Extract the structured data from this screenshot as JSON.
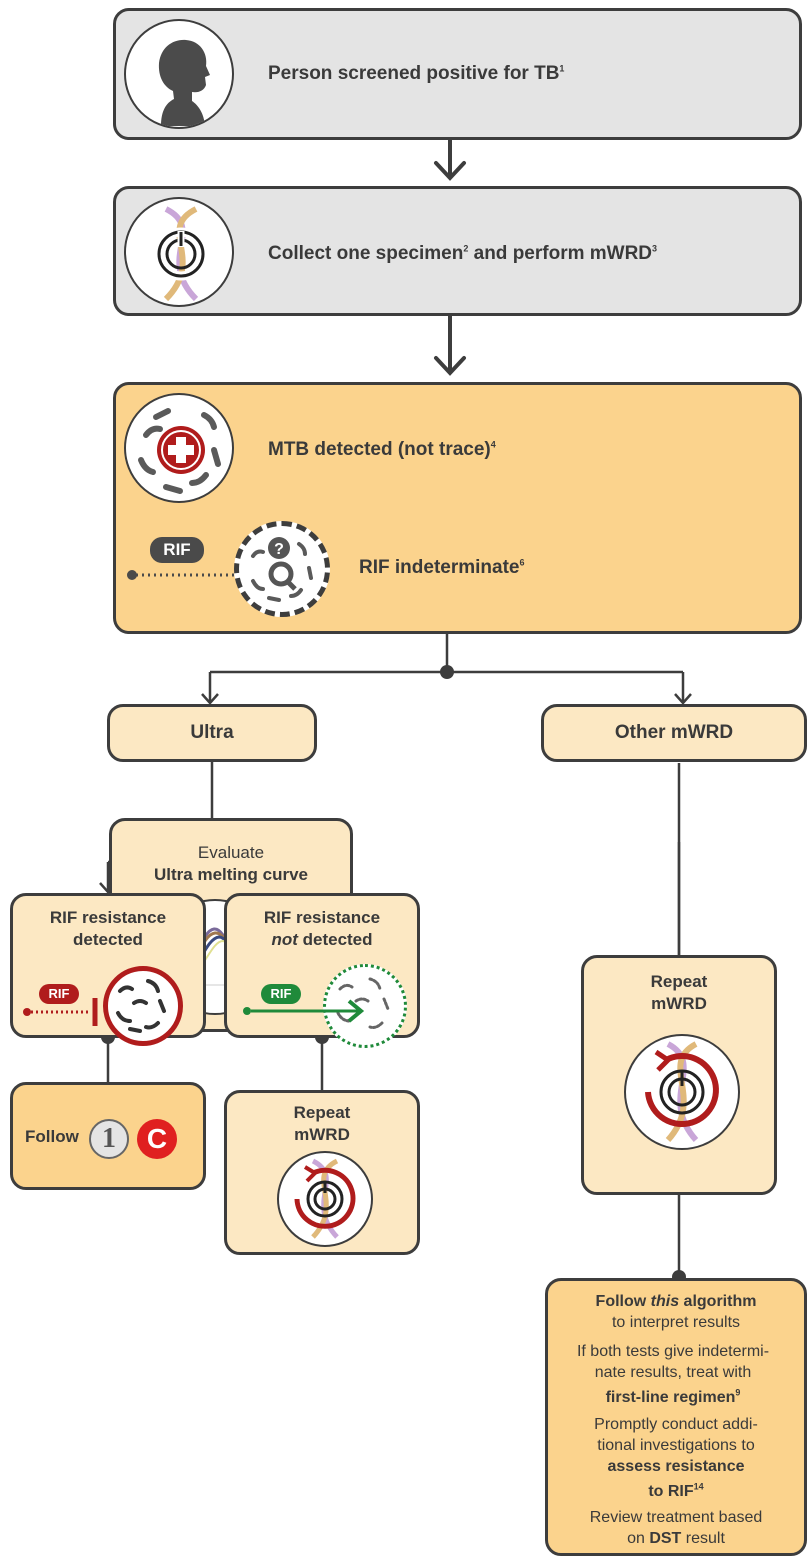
{
  "step1": {
    "text": "Person screened positive for TB",
    "ref": "1"
  },
  "step2": {
    "text_a": "Collect one specimen",
    "ref_a": "2",
    "text_b": " and perform mWRD",
    "ref_b": "3"
  },
  "result_box": {
    "mtb_text": "MTB detected (not trace)",
    "mtb_ref": "4",
    "rif_pill": "RIF",
    "rif_text": "RIF indeterminate",
    "rif_ref": "6"
  },
  "branches": {
    "left": "Ultra",
    "right": "Other mWRD"
  },
  "evaluate": {
    "line1": "Evaluate",
    "line2": "Ultra melting curve"
  },
  "res_detected": {
    "line1": "RIF resistance",
    "line2": "detected",
    "pill": "RIF"
  },
  "res_not": {
    "line1": "RIF resistance",
    "not": "not",
    "line2": " detected",
    "pill": "RIF"
  },
  "follow": {
    "label": "Follow",
    "num": "1",
    "letter": "C"
  },
  "repeat_left": {
    "line1": "Repeat",
    "line2": "mWRD"
  },
  "repeat_right": {
    "line1": "Repeat",
    "line2": "mWRD"
  },
  "final": {
    "p1_pre": "Follow ",
    "p1_em": "this",
    "p1_post": " algorithm",
    "p1_line2": "to interpret results",
    "p2_l1": "If both tests give indetermi-",
    "p2_l2": "nate results, treat with",
    "p2_bold": "first-line regimen",
    "p2_ref": "9",
    "p3_l1": "Promptly conduct addi-",
    "p3_l2": "tional investigations to",
    "p3_bold1": "assess resistance",
    "p3_bold2": "to RIF",
    "p3_ref": "14",
    "p4_l1": "Review treatment based",
    "p4_pre": "on ",
    "p4_bold": "DST",
    "p4_post": " result"
  },
  "colors": {
    "grey_box": "#e4e4e4",
    "orange_box": "#fbd38d",
    "peach_box": "#fce8c3",
    "red": "#b01c1c",
    "green": "#1f8a3a",
    "dark": "#3d3d3d"
  }
}
